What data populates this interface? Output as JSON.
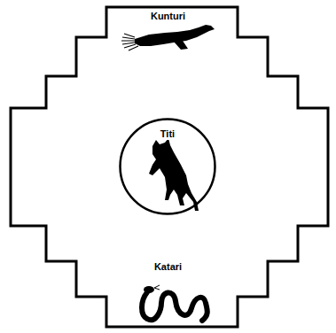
{
  "diagram": {
    "nodes": [
      {
        "text": [
          "Kunturi",
          "Katari"
        ]
      },
      {
        "text": [
          "Titi"
        ],
        "in": 0
      }
    ]
  }
}
